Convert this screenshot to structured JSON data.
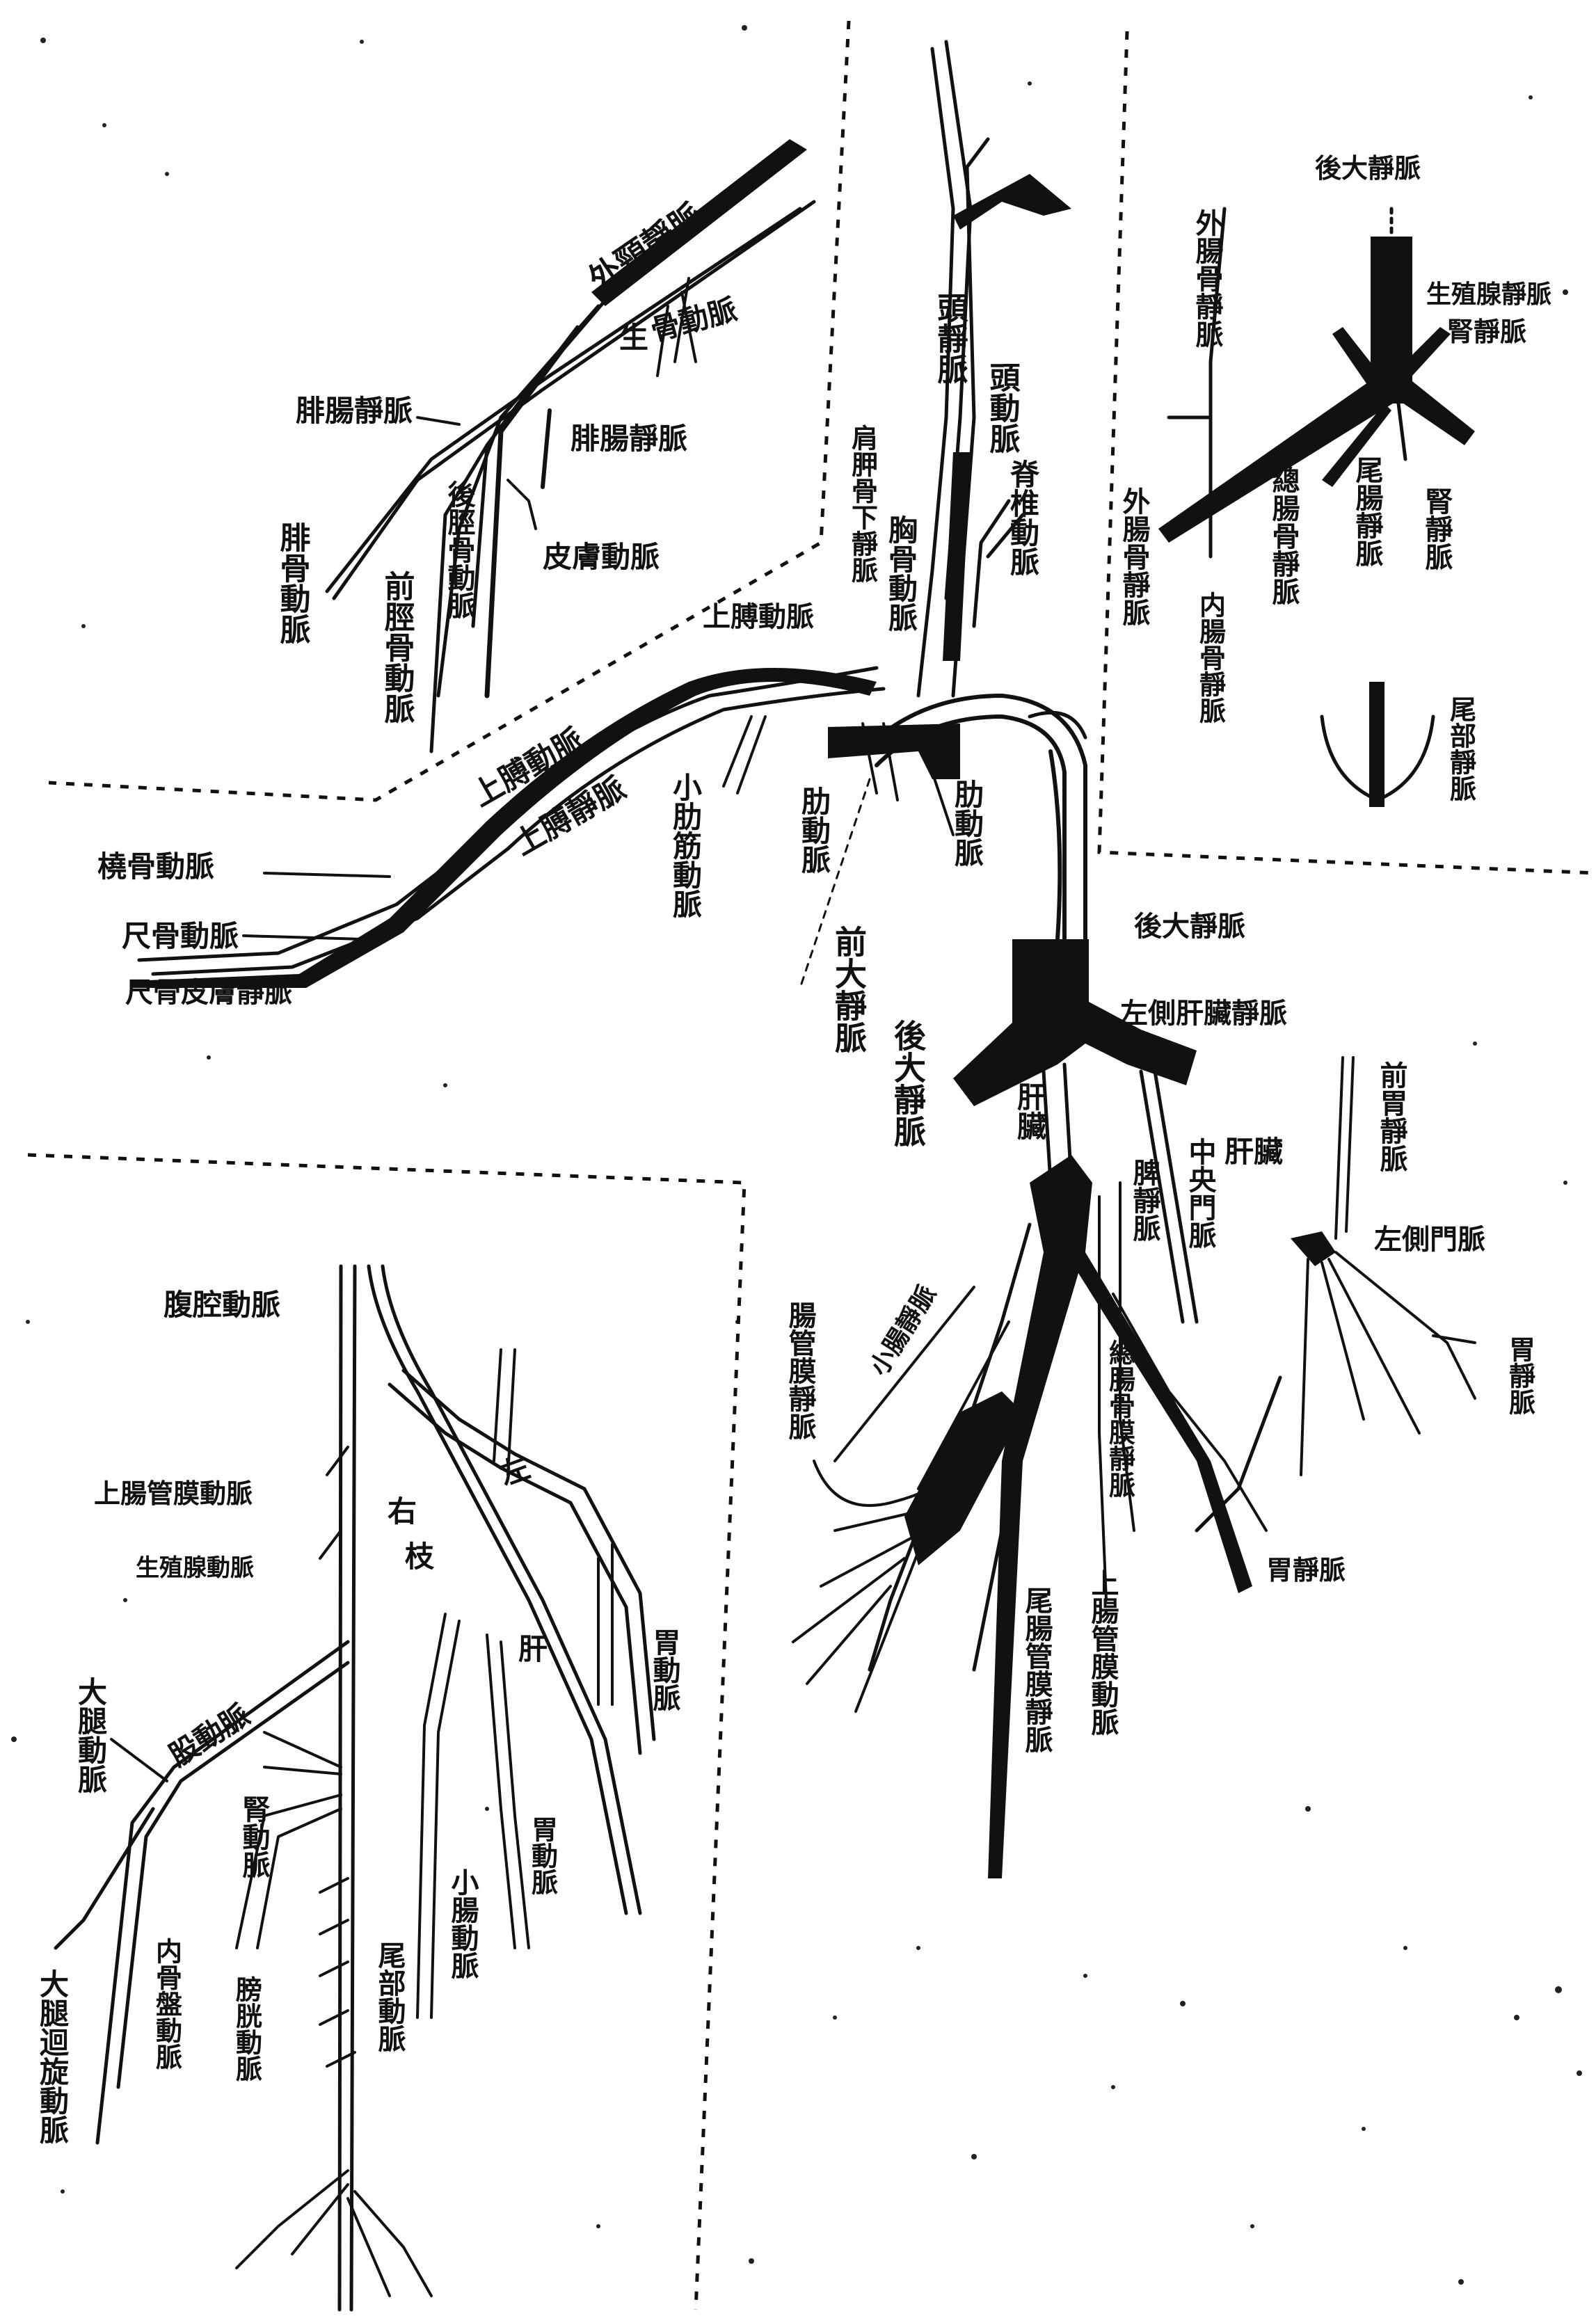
{
  "labels": {
    "tl_waijingjingmai": "外頸靜脈",
    "tl_shengwu": "生",
    "tl_gudongmai": "骨動脈",
    "tl_feichangjingmai1": "腓腸靜脈",
    "tl_feichangjingmai2": "腓腸靜脈",
    "tl_feigudongmai": "腓骨動脈",
    "tl_qianjingudongmai": "前脛骨動脈",
    "tl_houjinggudongmai": "後脛骨動脈",
    "tl_pifudongmai": "皮膚動脈",
    "tc_toujingmai": "頭靜脈",
    "tc_toudongmai": "頭動脈",
    "tc_jianjiagu": "肩胛骨下靜脈",
    "tc_jizhudongmai": "脊椎動脈",
    "tc_shangbidongmai": "上膊動脈",
    "tc_xiongguang": "胸骨動脈",
    "ml_shangzhidongmai": "上膊動脈",
    "ml_shangzhijingmai": "上膊靜脈",
    "ml_naogudongmai": "橈骨動脈",
    "ml_chigudongmai": "尺骨動脈",
    "ml_chigupi": "尺骨皮膚靜脈",
    "mc_xiaolejindongmai": "小肋筋動脈",
    "mc_leidongmai1": "肋動脈",
    "mc_leidongmai2": "肋動脈",
    "mc_qianda": "前大靜脈",
    "mc_houda": "後大靜脈",
    "tr_houdajingmai": "後大靜脈",
    "tr_shengzhi": "生殖腺靜脈",
    "tr_shenjingmai": "腎靜脈",
    "tr_waichanggu": "外腸骨靜脈",
    "tr_neichanggu": "内腸骨靜脈",
    "tr_waichangu2": "外腸骨靜脈",
    "tr_zongchanggu": "總腸骨靜脈",
    "tr_weichangjingmai": "尾腸靜脈",
    "tr_shen": "腎靜脈",
    "tr_weibujingmai": "尾部靜脈",
    "rc_houdajingmai": "後大靜脈",
    "rc_zuocegan": "左側肝臟靜脈",
    "rc_ganzang": "肝臟",
    "rc_ganzang2": "肝臟",
    "rc_zhongyang": "中央門脈",
    "rc_pijingmai": "脾靜脈",
    "rc_qianweijingmai": "前胃靜脈",
    "rc_zuocemenmai": "左側門脈",
    "rc_weijingmai": "胃靜脈",
    "rc_weijingmai2": "胃靜脈",
    "rc_changguoxi": "腸管膜靜脈",
    "rc_zongchangguo": "總腸骨膜靜脈",
    "rc_xiaochang": "小腸靜脈",
    "rc_weichang": "尾腸管膜靜脈",
    "rc_shangchang": "上腸管膜動脈",
    "bl_fuqiangdongmai": "腹腔動脈",
    "bl_shangchangmo": "上腸管膜動脈",
    "bl_shengzhixian": "生殖腺動脈",
    "bl_zuo": "左",
    "bl_you": "右",
    "bl_zhi": "枝",
    "bl_gan": "肝",
    "bl_weidongmai": "胃動脈",
    "bl_weidongmai2": "胃動脈",
    "bl_dabei": "大腿動脈",
    "bl_qudongmai": "股動脈",
    "bl_shendongmai": "腎動脈",
    "bl_xiaochangdongmai": "小腸動脈",
    "bl_dahuixuan": "大腿迴旋動脈",
    "bl_neigu": "内骨盤動脈",
    "bl_pangguang": "膀胱動脈",
    "bl_weibudongmai": "尾部動脈"
  }
}
